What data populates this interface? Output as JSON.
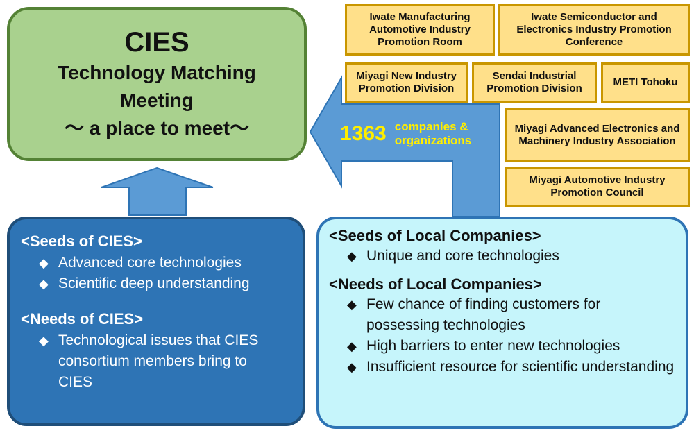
{
  "main": {
    "title": "CIES",
    "line1": "Technology Matching",
    "line2": "Meeting",
    "line3": "〜 a place to meet〜"
  },
  "orgs": [
    {
      "id": "iwate-manufacturing",
      "label": "Iwate Manufacturing Automotive Industry Promotion Room"
    },
    {
      "id": "iwate-semiconductor",
      "label": "Iwate Semiconductor and Electronics Industry Promotion Conference"
    },
    {
      "id": "miyagi-new-industry",
      "label": "Miyagi New Industry Promotion Division"
    },
    {
      "id": "sendai-industrial",
      "label": "Sendai Industrial Promotion Division"
    },
    {
      "id": "meti-tohoku",
      "label": "METI Tohoku"
    },
    {
      "id": "miyagi-advanced",
      "label": "Miyagi Advanced Electronics and Machinery Industry Association"
    },
    {
      "id": "miyagi-automotive",
      "label": "Miyagi Automotive Industry Promotion Council"
    }
  ],
  "count": {
    "number": "1363",
    "label_line1": "companies &",
    "label_line2": "organizations"
  },
  "cies": {
    "seeds_title": "<Seeds of CIES>",
    "seeds": [
      "Advanced core technologies",
      "Scientific deep understanding"
    ],
    "needs_title": "<Needs of CIES>",
    "needs": [
      "Technological issues that CIES consortium members bring to CIES"
    ]
  },
  "local": {
    "seeds_title": "<Seeds of Local Companies>",
    "seeds": [
      "Unique and core technologies"
    ],
    "needs_title": "<Needs of Local Companies>",
    "needs": [
      "Few chance of finding customers for possessing technologies",
      "High barriers to enter new technologies",
      "Insufficient resource for scientific understanding"
    ]
  },
  "bullet_glyph": "◆",
  "colors": {
    "main_fill": "#a9d18e",
    "main_border": "#548235",
    "org_fill": "#ffe08a",
    "org_border": "#c99600",
    "arrow_fill": "#5b9bd5",
    "arrow_border": "#2e74b5",
    "cies_fill": "#2e74b5",
    "local_fill": "#c6f5fb",
    "count_text": "#ffee00"
  }
}
